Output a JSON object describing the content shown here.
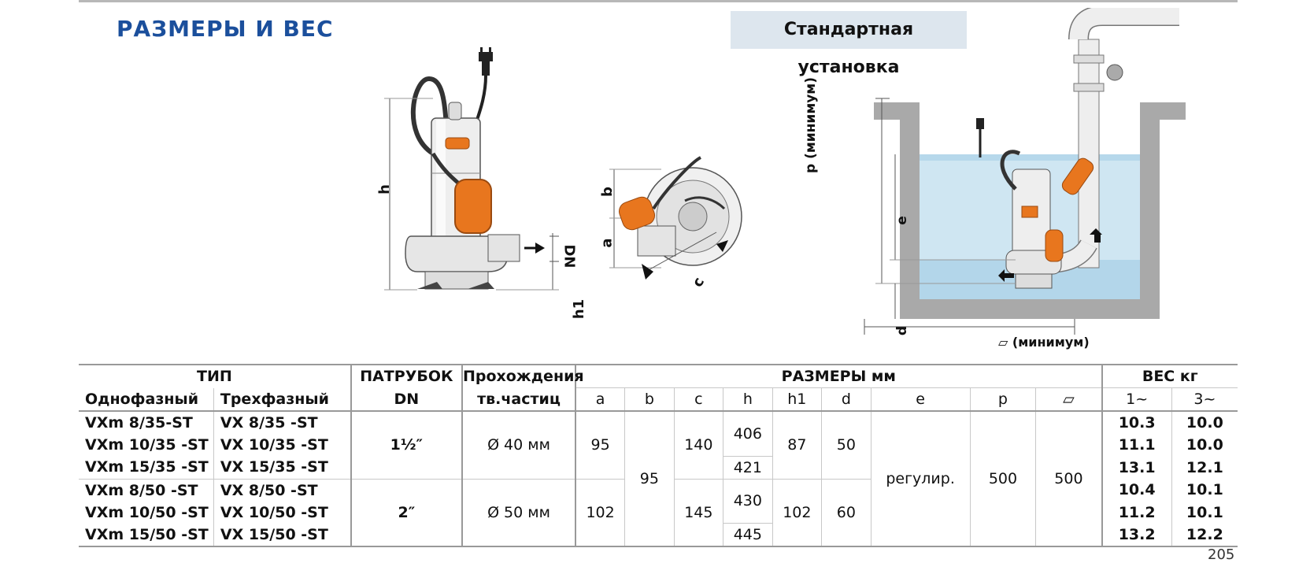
{
  "section_title": "РАЗМЕРЫ И ВЕС",
  "install_title": "Стандартная установка",
  "labels": {
    "h": "h",
    "h1": "h1",
    "dn": "DN",
    "a": "a",
    "b": "b",
    "c": "c",
    "p_min": "p (минимум)",
    "e": "e",
    "d": "d",
    "width_min": "⏥ (минимум)"
  },
  "table": {
    "group_type": "ТИП",
    "col_single": "Однофазный",
    "col_three": "Трехфазный",
    "col_dn_1": "ПАТРУБОК",
    "col_dn_2": "DN",
    "col_pass_1": "Прохождения",
    "col_pass_2": "тв.частиц",
    "group_dims": "РАЗМЕРЫ мм",
    "dim_cols": [
      "a",
      "b",
      "c",
      "h",
      "h1",
      "d",
      "e",
      "p",
      "⏥"
    ],
    "group_weight": "ВЕС кг",
    "weight_cols": [
      "1~",
      "3~"
    ],
    "rows": [
      {
        "single": "VXm 8/35-ST",
        "three": "VX  8/35 -ST",
        "w1": "10.3",
        "w3": "10.0"
      },
      {
        "single": "VXm 10/35 -ST",
        "three": "VX 10/35 -ST",
        "w1": "11.1",
        "w3": "10.0"
      },
      {
        "single": "VXm 15/35 -ST",
        "three": "VX 15/35 -ST",
        "w1": "13.1",
        "w3": "12.1"
      },
      {
        "single": "VXm  8/50 -ST",
        "three": "VX  8/50 -ST",
        "w1": "10.4",
        "w3": "10.1"
      },
      {
        "single": "VXm 10/50 -ST",
        "three": "VX 10/50 -ST",
        "w1": "11.2",
        "w3": "10.1"
      },
      {
        "single": "VXm 15/50 -ST",
        "three": "VX 15/50 -ST",
        "w1": "13.2",
        "w3": "12.2"
      }
    ],
    "group35": {
      "dn": "1½″",
      "pass": "Ø 40 мм",
      "a": "95",
      "c": "140",
      "h1": "87",
      "d": "50"
    },
    "group50": {
      "dn": "2″",
      "pass": "Ø 50 мм",
      "a": "102",
      "c": "145",
      "h1": "102",
      "d": "60"
    },
    "b": "95",
    "h_values": [
      "406",
      "421",
      "430",
      "445"
    ],
    "e": "регулир.",
    "p": "500",
    "w": "500"
  },
  "page_number": "205"
}
